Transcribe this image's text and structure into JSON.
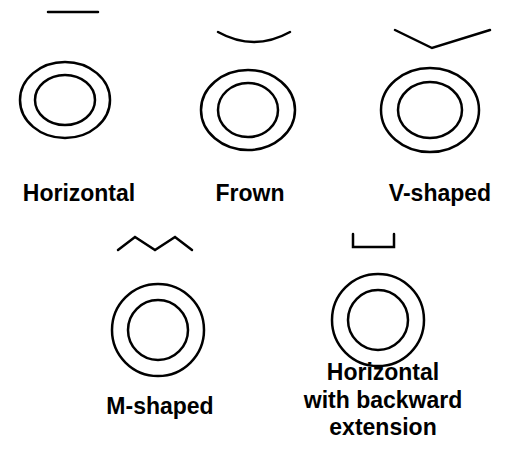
{
  "diagram": {
    "labels": [
      "Horizontal",
      "Frown",
      "V-shaped",
      "M-shaped",
      "Horizontal with backward extension"
    ]
  }
}
